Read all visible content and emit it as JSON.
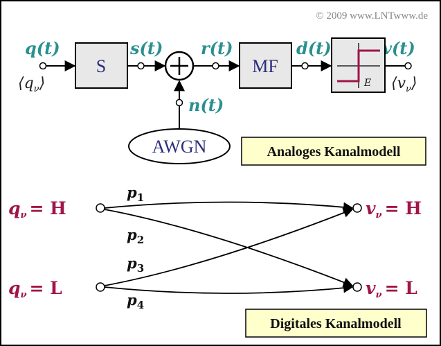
{
  "copyright": "© 2009 www.LNTwww.de",
  "analog": {
    "signals": {
      "q": "q(t)",
      "s": "s(t)",
      "r": "r(t)",
      "d": "d(t)",
      "v": "v(t)",
      "n": "n(t)"
    },
    "seq_in": "⟨q",
    "seq_in_sub": "ν",
    "seq_out": "⟨v",
    "seq_out_sub": "ν",
    "seq_close": "⟩",
    "sender_label": "S",
    "filter_label": "MF",
    "decision_label": "E",
    "noise_label": "AWGN",
    "caption": "Analoges Kanalmodell"
  },
  "digital": {
    "input_high": {
      "var": "q",
      "sub": "ν",
      "value": "= H"
    },
    "input_low": {
      "var": "q",
      "sub": "ν",
      "value": "= L"
    },
    "output_high": {
      "var": "v",
      "sub": "ν",
      "value": "= H"
    },
    "output_low": {
      "var": "v",
      "sub": "ν",
      "value": "= L"
    },
    "probabilities": [
      {
        "sym": "p",
        "sub": "1"
      },
      {
        "sym": "p",
        "sub": "2"
      },
      {
        "sym": "p",
        "sub": "3"
      },
      {
        "sym": "p",
        "sub": "4"
      }
    ],
    "caption": "Digitales Kanalmodell"
  },
  "colors": {
    "accent_teal": "#2a8f8f",
    "accent_red": "#a0154a",
    "caption_bg": "#ffffcc",
    "box_text": "#2b2f7a"
  }
}
